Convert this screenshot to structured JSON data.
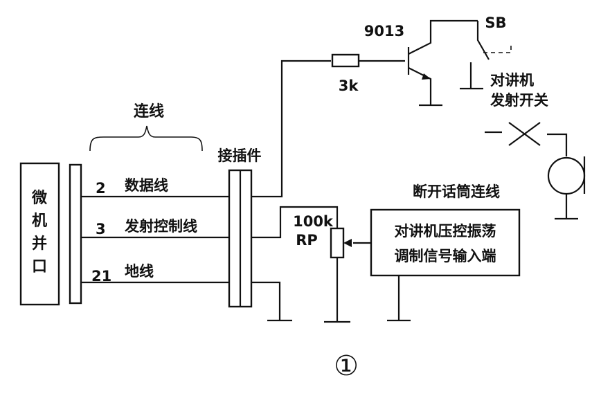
{
  "colors": {
    "ink": "#111111",
    "background": "#ffffff"
  },
  "figure_number": "①",
  "computer_port": {
    "label_lines": [
      "微",
      "机",
      "并",
      "口"
    ]
  },
  "cable": {
    "label": "连线"
  },
  "connector": {
    "label": "接插件"
  },
  "wires": [
    {
      "pin": "2",
      "name": "数据线"
    },
    {
      "pin": "3",
      "name": "发射控制线"
    },
    {
      "pin": "21",
      "name": "地线"
    }
  ],
  "transistor": {
    "label": "9013"
  },
  "resistor": {
    "label": "3k"
  },
  "switch": {
    "label": "SB",
    "desc_lines": [
      "对讲机",
      "发射开关"
    ]
  },
  "potentiometer": {
    "value_label": "100k",
    "name_label": "RP"
  },
  "mic_note": "断开话筒连线",
  "modulator": {
    "label_lines": [
      "对讲机压控振荡",
      "调制信号输入端"
    ]
  }
}
